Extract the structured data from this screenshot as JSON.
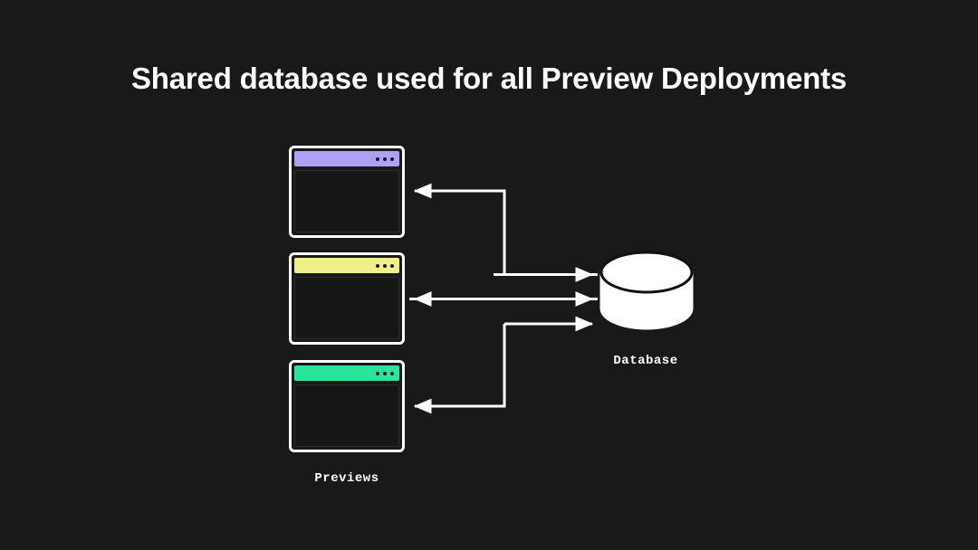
{
  "slide": {
    "title": "Shared database used for all Preview Deployments",
    "background_color": "#191919",
    "text_color": "#ffffff"
  },
  "diagram": {
    "previews_label": "Previews",
    "database_label": "Database",
    "windows": [
      {
        "id": "win-1",
        "name": "preview-window-purple",
        "titlebar_color": "#aca1f5",
        "dot_color": "#15152a",
        "dots": 3
      },
      {
        "id": "win-2",
        "name": "preview-window-yellow",
        "titlebar_color": "#f0ee8a",
        "dot_color": "#15152a",
        "dots": 3
      },
      {
        "id": "win-3",
        "name": "preview-window-green",
        "titlebar_color": "#2ce59b",
        "dot_color": "#15152a",
        "dots": 3
      }
    ],
    "database": {
      "shape": "cylinder",
      "fill_color": "#ffffff",
      "stroke_color": "#111111"
    },
    "connectors": [
      {
        "name": "connector-top",
        "from": "database",
        "to": "preview-window-purple",
        "direction": "bidirectional",
        "routing": "orthogonal"
      },
      {
        "name": "connector-middle",
        "from": "database",
        "to": "preview-window-yellow",
        "direction": "bidirectional",
        "routing": "straight"
      },
      {
        "name": "connector-bottom",
        "from": "database",
        "to": "preview-window-green",
        "direction": "bidirectional",
        "routing": "orthogonal"
      }
    ],
    "line_color": "#ffffff"
  }
}
